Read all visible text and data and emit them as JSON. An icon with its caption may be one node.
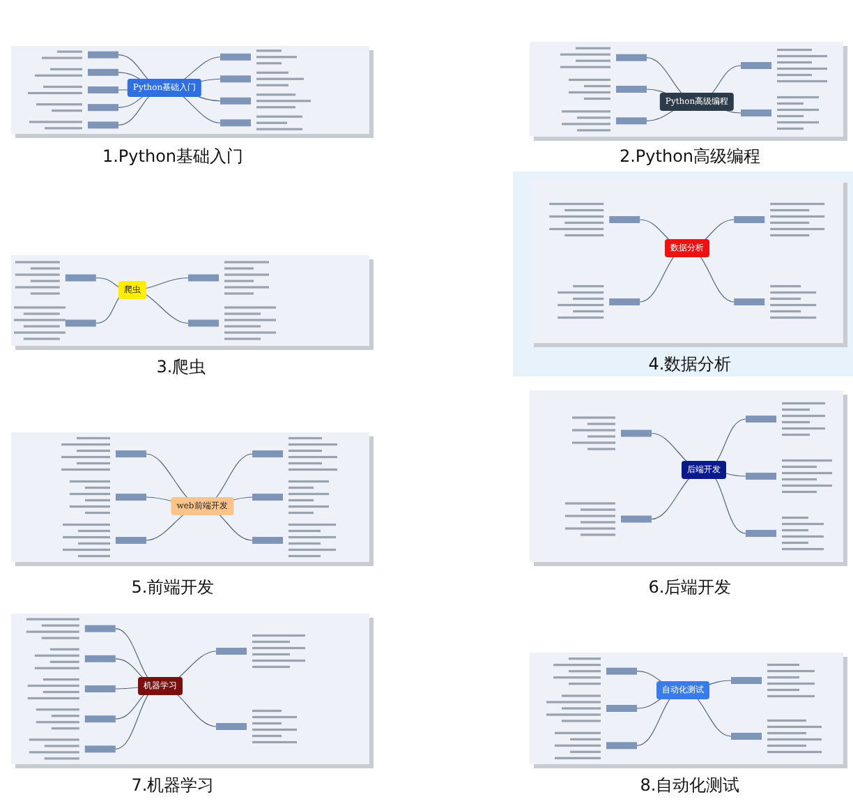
{
  "diagram": {
    "nodes": [
      {
        "text": [
          "Python基础入门"
        ]
      },
      {
        "text": [
          "Python高级编程"
        ]
      },
      {
        "text": [
          "爬虫"
        ]
      },
      {
        "text": [
          "数据分析"
        ]
      },
      {
        "text": [
          "web前端开发"
        ]
      },
      {
        "text": [
          "后端开发"
        ]
      },
      {
        "text": [
          "机器学习"
        ]
      },
      {
        "text": [
          "自动化测试"
        ]
      }
    ],
    "labels": [
      "1.Python基础入门",
      "2.Python高级编程",
      "3.爬虫",
      "4.数据分析",
      "5.前端开发",
      "6.后端开发",
      "7.机器学习",
      "8.自动化测试"
    ]
  }
}
